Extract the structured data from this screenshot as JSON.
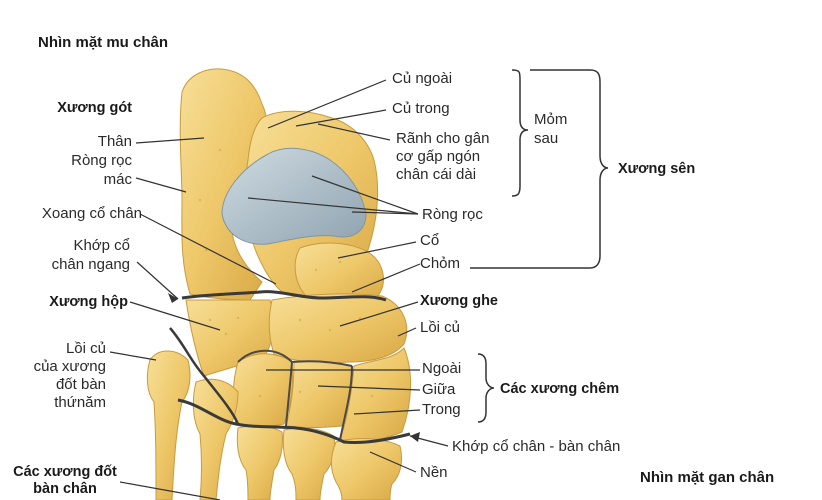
{
  "headings": {
    "top": "Nhìn mặt mu chân",
    "bottom": "Nhìn mặt gan chân"
  },
  "bold_labels": {
    "xuong_got": "Xương gót",
    "xuong_hop": "Xương hộp",
    "xuong_ghe": "Xương ghe",
    "xuong_sen": "Xương sên",
    "cac_xuong_chem": "Các xương chêm",
    "cac_xuong_dot_ban_chan": "Các xương đốt\nbàn chân"
  },
  "left_labels": {
    "than": "Thân",
    "rong_roc_mac": "Ròng rọc\nmác",
    "xoang_co_chan": "Xoang cổ chân",
    "khop_co_chan_ngang": "Khớp cổ\nchân ngang",
    "loi_cu_xuong_dot_ban_thu_nam": "Lồi củ\ncủa xương\nđốt bàn\nthứnăm"
  },
  "right_labels": {
    "cu_ngoai": "Củ ngoài",
    "cu_trong": "Củ trong",
    "ranh_gan": "Rãnh cho gân\ncơ gấp ngón\nchân cái dài",
    "mom_sau": "Mỏm\nsau",
    "rong_roc": "Ròng rọc",
    "co": "Cổ",
    "chom": "Chỏm",
    "loi_cu": "Lồi củ",
    "ngoai": "Ngoài",
    "giua": "Giữa",
    "trong": "Trong",
    "khop_co_chan_ban_chan": "Khớp cổ chân - bàn chân",
    "nen": "Nền"
  },
  "colors": {
    "bone": "#eec86a",
    "bone_light": "#f6dc92",
    "bone_shadow": "#d9a845",
    "cartilage": "#aebdc6",
    "joint_line": "#3a3a3a",
    "leader_line": "#333333"
  }
}
